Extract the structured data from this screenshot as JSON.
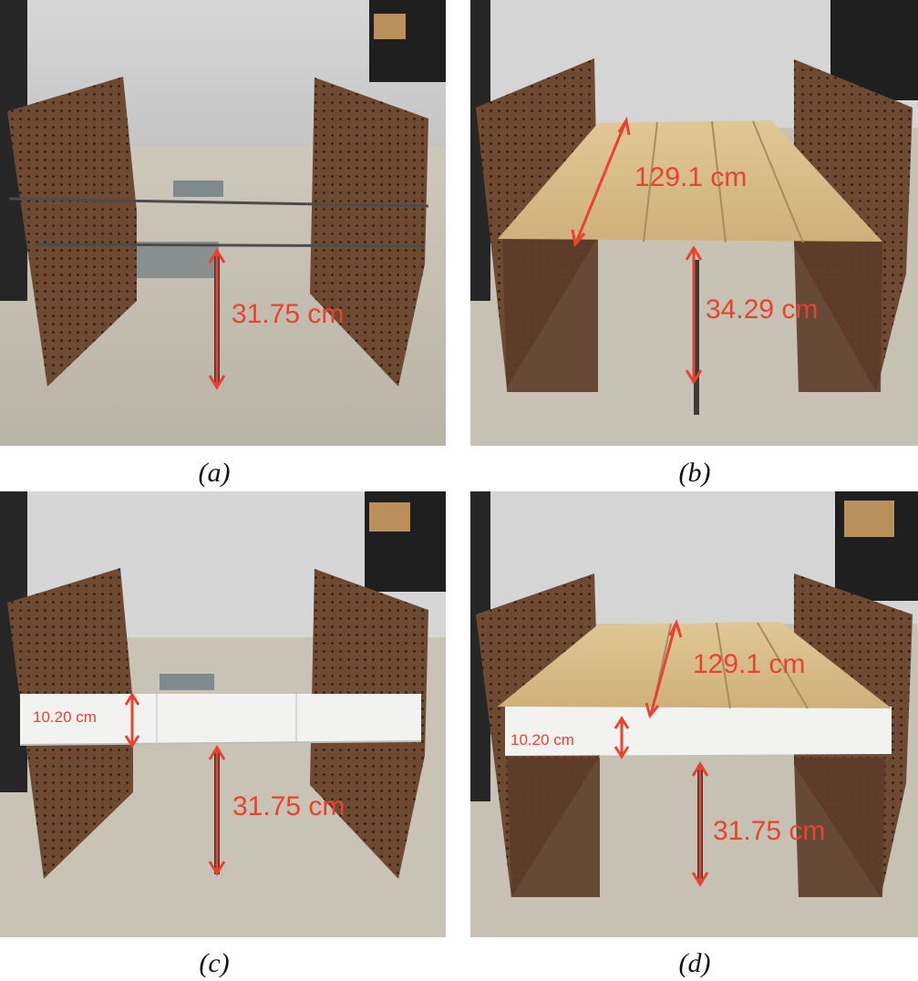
{
  "figure": {
    "panels": [
      {
        "caption": "(a)",
        "labels": {
          "height": "31.75 cm"
        }
      },
      {
        "caption": "(b)",
        "labels": {
          "length": "129.1 cm",
          "height": "34.29 cm"
        }
      },
      {
        "caption": "(c)",
        "labels": {
          "thickness": "10.20 cm",
          "height": "31.75 cm"
        }
      },
      {
        "caption": "(d)",
        "labels": {
          "length": "129.1 cm",
          "thickness": "10.20 cm",
          "height": "31.75 cm"
        }
      }
    ]
  },
  "colors": {
    "annotation": "#e8432e",
    "pegboard": "#6e4a33",
    "plywood": "#d9be8a",
    "foam": "#f2f2f0",
    "wall": "#cfd0ce",
    "floor": "#c9c4b6"
  }
}
